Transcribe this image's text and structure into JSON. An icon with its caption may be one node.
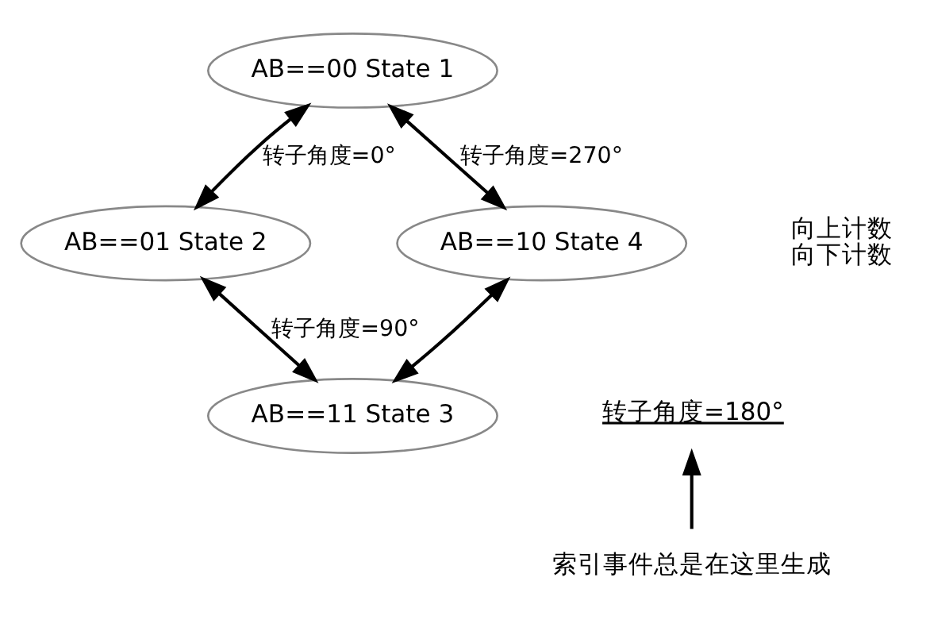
{
  "diagram": {
    "nodes": [
      {
        "text": [
          "AB==00 State 1"
        ]
      },
      {
        "text": [
          "AB==01 State 2"
        ]
      },
      {
        "text": [
          "AB==11 State 3"
        ]
      },
      {
        "text": [
          "AB==10 State 4"
        ]
      },
      {
        "text": [
          "转子角度=180°"
        ]
      },
      {
        "text": [
          "索引事件总是在这里生成"
        ]
      }
    ],
    "edges": [
      {
        "from": 0,
        "to": 1,
        "arrow": "both",
        "label": "转子角度=0°"
      },
      {
        "from": 1,
        "to": 2,
        "arrow": "both",
        "label": "转子角度=90°"
      },
      {
        "from": 2,
        "to": 3,
        "arrow": "both"
      },
      {
        "from": 3,
        "to": 0,
        "arrow": "both",
        "label": "转子角度=270°"
      },
      {
        "from": 5,
        "to": 4,
        "arrow": "to"
      }
    ],
    "labels": [
      "向上计数",
      "向下计数"
    ]
  }
}
